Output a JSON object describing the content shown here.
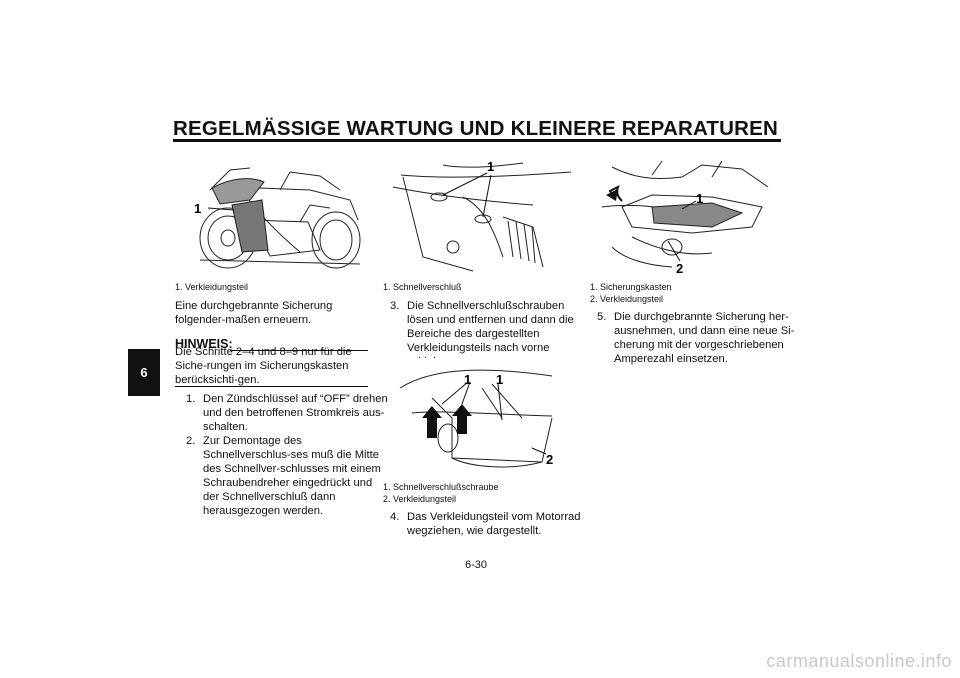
{
  "header": {
    "title": "REGELMÄSSIGE WARTUNG UND KLEINERE REPARATUREN",
    "chapter_tab": "6"
  },
  "col1": {
    "figure_label": "1",
    "caption": "1.  Verkleidungsteil",
    "intro": "Eine durchgebrannte Sicherung folgender-maßen erneuern.",
    "hinweis": {
      "heading": "HINWEIS:",
      "text": "Die Schritte 2–4 und 8–9 nur für die Siche-rungen im Sicherungskasten berücksichti-gen."
    },
    "steps": [
      {
        "num": "1.",
        "text": "Den Zündschlüssel auf “OFF” drehen und den betroffenen Stromkreis aus-schalten."
      },
      {
        "num": "2.",
        "text": "Zur Demontage des Schnellverschlus-ses muß die Mitte des Schnellver-schlusses mit einem Schraubendreher eingedrückt und der Schnellverschluß dann herausgezogen werden."
      }
    ]
  },
  "col2": {
    "figure1_label": "1",
    "caption1": "1.  Schnellverschluß",
    "step3": {
      "num": "3.",
      "text": "Die Schnellverschlußschrauben lösen und entfernen und dann die Bereiche des dargestellten Verkleidungsteils nach vorne schieben."
    },
    "figure2_labels": [
      "1",
      "1",
      "2"
    ],
    "caption2": [
      "1.  Schnellverschlußschraube",
      "2.  Verkleidungsteil"
    ],
    "step4": {
      "num": "4.",
      "text": "Das Verkleidungsteil vom Motorrad wegziehen, wie dargestellt."
    }
  },
  "col3": {
    "figure_labels": [
      "1",
      "2"
    ],
    "caption": [
      "1.  Sicherungskasten",
      "2.  Verkleidungsteil"
    ],
    "step5": {
      "num": "5.",
      "text": "Die durchgebrannte Sicherung her-ausnehmen, und dann eine neue Si-cherung mit der vorgeschriebenen Amperezahl einsetzen."
    }
  },
  "footer": {
    "page_number": "6-30",
    "watermark": "carmanualsonline.info"
  }
}
